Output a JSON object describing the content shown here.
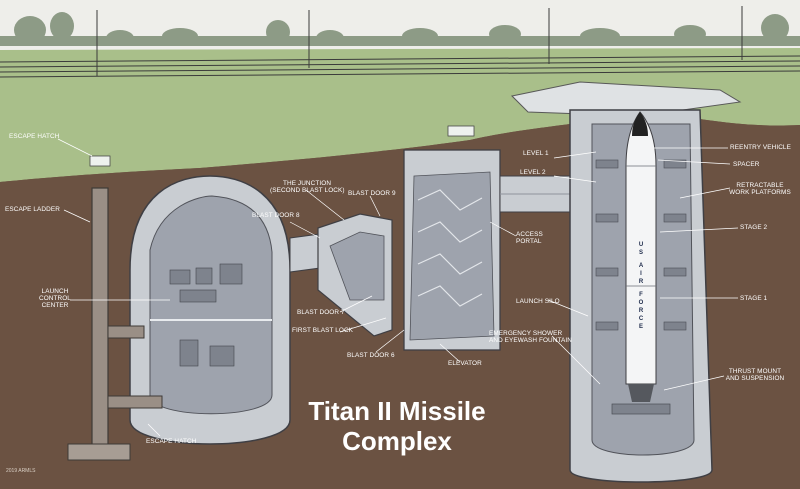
{
  "title": {
    "line1": "Titan II Missile",
    "line2": "Complex"
  },
  "credit": "2019 ARMLS",
  "labels": {
    "escape_hatch_top": "ESCAPE HATCH",
    "escape_ladder": "ESCAPE LADDER",
    "launch_control_center": [
      "LAUNCH",
      "CONTROL",
      "CENTER"
    ],
    "escape_hatch_bottom": "ESCAPE HATCH",
    "the_junction": "THE JUNCTION",
    "second_blast_lock": "(SECOND BLAST LOCK)",
    "blast_door_8": "BLAST DOOR 8",
    "blast_door_9": "BLAST DOOR 9",
    "blast_door_7": "BLAST DOOR 7",
    "first_blast_lock": "FIRST BLAST LOCK",
    "blast_door_6": "BLAST DOOR 6",
    "elevator": "ELEVATOR",
    "level_1": "LEVEL 1",
    "level_2": "LEVEL 2",
    "access_portal": [
      "ACCESS",
      "PORTAL"
    ],
    "launch_silo": "LAUNCH SILO",
    "emergency_shower": [
      "EMERGENCY SHOWER",
      "AND EYEWASH FOUNTAIN"
    ],
    "reentry_vehicle": "REENTRY VEHICLE",
    "spacer": "SPACER",
    "retractable_work_platforms": [
      "RETRACTABLE",
      "WORK PLATFORMS"
    ],
    "stage_2": "STAGE 2",
    "stage_1": "STAGE 1",
    "thrust_mount": [
      "THRUST MOUNT",
      "AND SUSPENSION"
    ]
  },
  "missile_marking": [
    "U",
    "S",
    "A",
    "I",
    "R",
    "F",
    "O",
    "R",
    "C",
    "E"
  ],
  "colors": {
    "sky": "#eeeeea",
    "grass": "#a9bf8a",
    "earth": "#6b5242",
    "concrete": "#c9cdd2",
    "interior": "#9ea3ad",
    "label": "#ffffff"
  }
}
